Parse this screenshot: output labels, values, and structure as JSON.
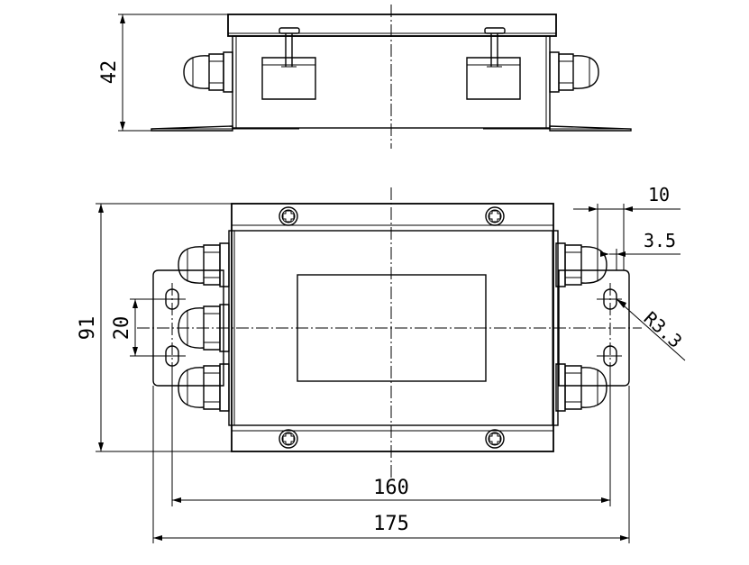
{
  "colors": {
    "line": "#000000",
    "background": "#ffffff"
  },
  "dimensions": {
    "height_side": "42",
    "overall_height": "91",
    "hole_spacing": "20",
    "hole_center_spacing": "160",
    "overall_width": "175",
    "gland_offset": "10",
    "edge_offset": "3.5",
    "hole_radius": "R3.3"
  },
  "icons": {
    "screw_icon": "cross-head-screw-icon",
    "gland_icon": "cable-gland-icon"
  }
}
